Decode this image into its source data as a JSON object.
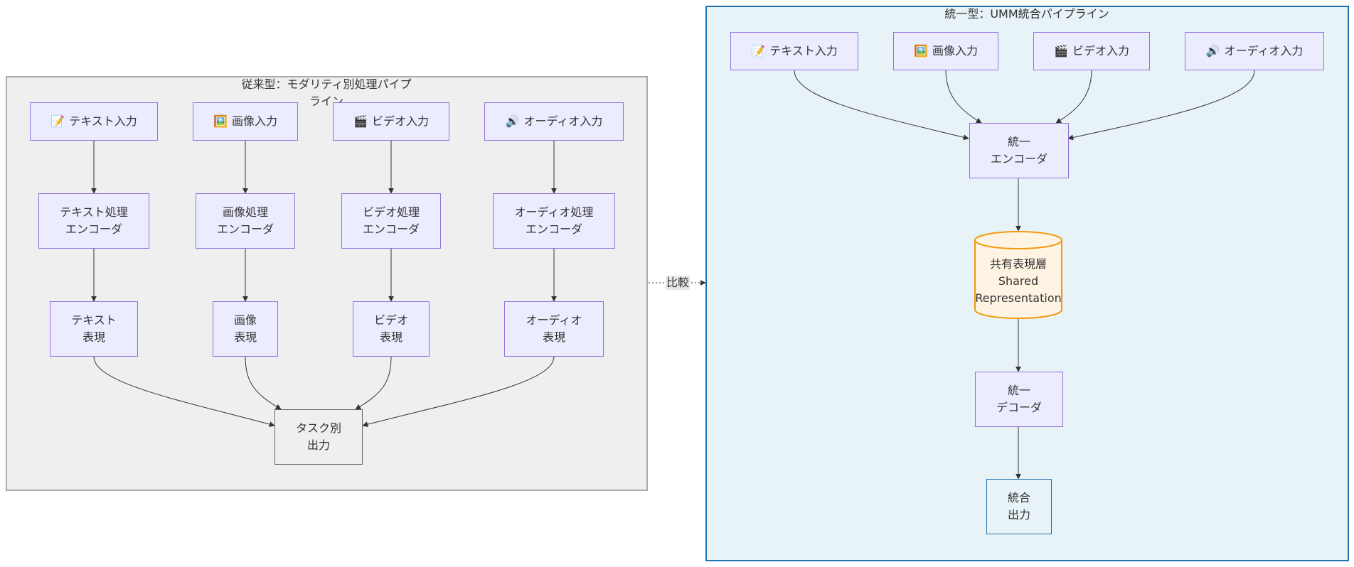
{
  "legacy": {
    "title": "従来型：モダリティ別処理パイプライン",
    "inputs": [
      {
        "icon": "📝",
        "icon_name": "memo-icon",
        "label": "テキスト入力"
      },
      {
        "icon": "🖼️",
        "icon_name": "picture-icon",
        "label": "画像入力"
      },
      {
        "icon": "🎬",
        "icon_name": "clapper-icon",
        "label": "ビデオ入力"
      },
      {
        "icon": "🔊",
        "icon_name": "speaker-icon",
        "label": "オーディオ入力"
      }
    ],
    "encoders": [
      {
        "line1": "テキスト処理",
        "line2": "エンコーダ"
      },
      {
        "line1": "画像処理",
        "line2": "エンコーダ"
      },
      {
        "line1": "ビデオ処理",
        "line2": "エンコーダ"
      },
      {
        "line1": "オーディオ処理",
        "line2": "エンコーダ"
      }
    ],
    "representations": [
      {
        "line1": "テキスト",
        "line2": "表現"
      },
      {
        "line1": "画像",
        "line2": "表現"
      },
      {
        "line1": "ビデオ",
        "line2": "表現"
      },
      {
        "line1": "オーディオ",
        "line2": "表現"
      }
    ],
    "output": {
      "line1": "タスク別",
      "line2": "出力"
    }
  },
  "compare_label": "比較",
  "unified": {
    "title": "統一型：UMM統合パイプライン",
    "inputs": [
      {
        "icon": "📝",
        "icon_name": "memo-icon",
        "label": "テキスト入力"
      },
      {
        "icon": "🖼️",
        "icon_name": "picture-icon",
        "label": "画像入力"
      },
      {
        "icon": "🎬",
        "icon_name": "clapper-icon",
        "label": "ビデオ入力"
      },
      {
        "icon": "🔊",
        "icon_name": "speaker-icon",
        "label": "オーディオ入力"
      }
    ],
    "encoder": {
      "line1": "統一",
      "line2": "エンコーダ"
    },
    "shared": {
      "line1": "共有表現層",
      "line2": "Shared",
      "line3": "Representation"
    },
    "decoder": {
      "line1": "統一",
      "line2": "デコーダ"
    },
    "output": {
      "line1": "統合",
      "line2": "出力"
    }
  },
  "colors": {
    "node_fill": "#ececff",
    "node_border": "#9370db",
    "legacy_bg": "#efefef",
    "unified_bg": "#e8f3f8",
    "unified_border": "#1f6fb2",
    "shared_fill": "#fff4e3",
    "shared_border": "#f29a0e"
  }
}
